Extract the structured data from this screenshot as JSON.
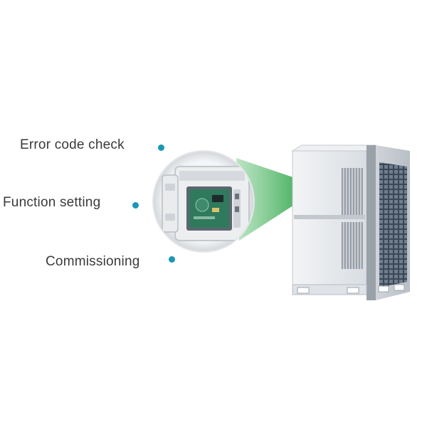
{
  "features": [
    {
      "label": "Error code check",
      "icon": "bullet-dot-icon"
    },
    {
      "label": "Function setting",
      "icon": "bullet-dot-icon"
    },
    {
      "label": "Commissioning",
      "icon": "bullet-dot-icon"
    }
  ],
  "colors": {
    "bullet": "#1a97b4",
    "highlight_beam": "#2fa84a",
    "unit_body": "#e6e9ed",
    "coil_grille": "#2e3a4a"
  },
  "images": {
    "control_board_closeup": "pcb-closeup-image",
    "outdoor_unit": "vrf-outdoor-unit-image"
  }
}
